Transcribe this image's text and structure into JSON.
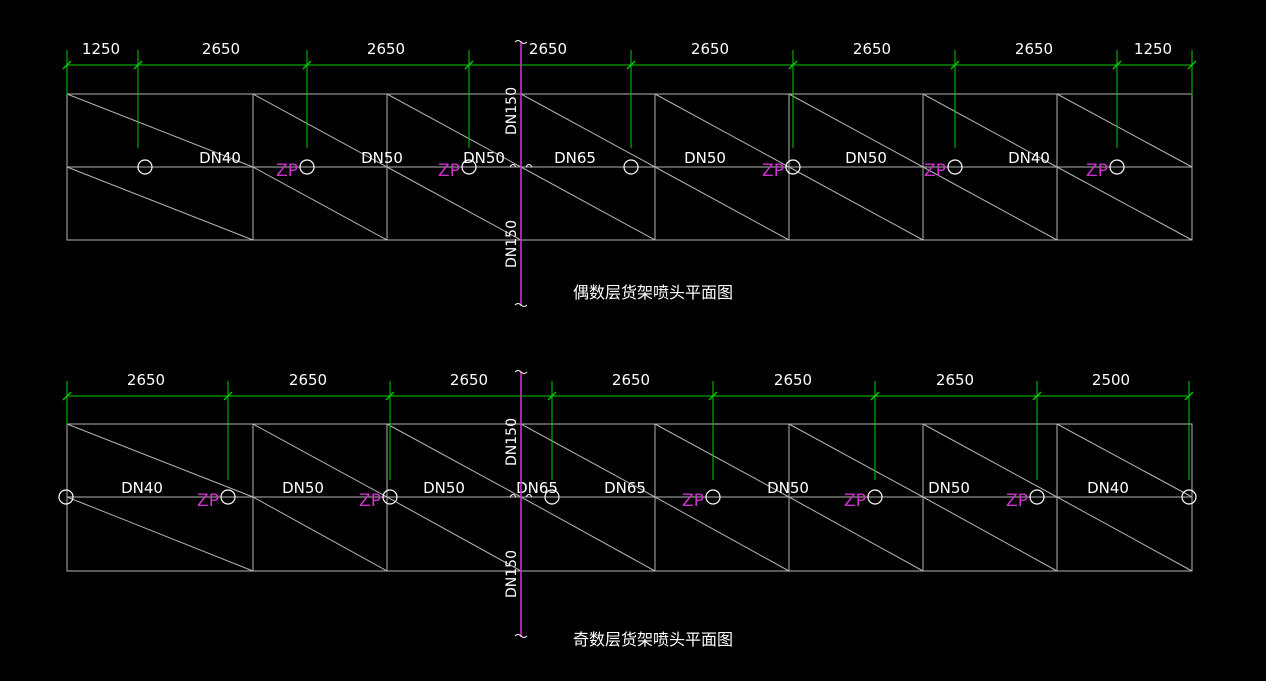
{
  "colors": {
    "background": "#000000",
    "dimension": "#00cc00",
    "riser": "#cc33cc",
    "frame": "#b4b4b4",
    "text": "#ffffff"
  },
  "drawings": [
    {
      "title": "偶数层货架喷头平面图",
      "dims": [
        "1250",
        "2650",
        "2650",
        "2650",
        "2650",
        "2650",
        "2650",
        "1250"
      ],
      "pipe_labels": [
        "DN40",
        "DN50",
        "DN50",
        "DN65",
        "DN50",
        "DN50",
        "DN40"
      ],
      "zp_label": "ZP",
      "riser_top_label": "DN150",
      "riser_bottom_label": "DN150"
    },
    {
      "title": "奇数层货架喷头平面图",
      "dims": [
        "2650",
        "2650",
        "2650",
        "2650",
        "2650",
        "2650",
        "2500"
      ],
      "pipe_labels": [
        "DN40",
        "DN50",
        "DN50",
        "DN65",
        "DN65",
        "DN50",
        "DN50",
        "DN40"
      ],
      "zp_label": "ZP",
      "riser_top_label": "DN150",
      "riser_bottom_label": "DN150"
    }
  ]
}
